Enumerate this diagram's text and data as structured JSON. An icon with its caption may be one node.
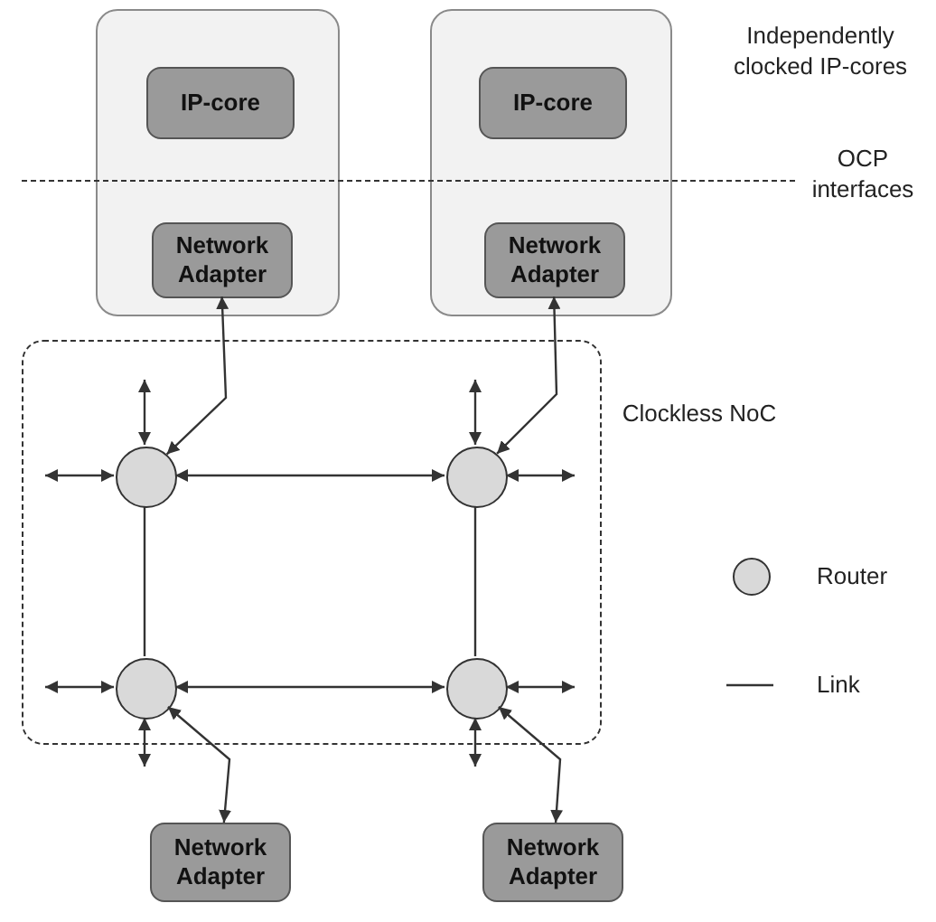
{
  "diagram": {
    "nodes": [
      {
        "text": [],
        "shape": "box"
      },
      {
        "text": [
          "IP-core"
        ],
        "in": 0
      },
      {
        "text": [
          "Network Adapter"
        ],
        "in": 0
      },
      {
        "text": [],
        "shape": "box"
      },
      {
        "text": [
          "IP-core"
        ],
        "in": 3
      },
      {
        "text": [
          "Network Adapter"
        ],
        "in": 3
      },
      {
        "text": [
          "Clockless NoC"
        ]
      },
      {
        "text": [],
        "shape": "circle",
        "in": 6
      },
      {
        "text": [],
        "shape": "circle",
        "in": 6
      },
      {
        "text": [],
        "shape": "circle",
        "in": 6
      },
      {
        "text": [],
        "shape": "circle",
        "in": 6
      },
      {
        "text": [
          "Network Adapter"
        ]
      },
      {
        "text": [
          "Network Adapter"
        ]
      }
    ],
    "edges": [
      {
        "from": 2,
        "to": 7,
        "arrow": "both"
      },
      {
        "from": 5,
        "to": 8,
        "arrow": "both"
      },
      {
        "from": 7,
        "to": 8,
        "arrow": "both"
      },
      {
        "from": 7,
        "to": 9,
        "arrow": "none"
      },
      {
        "from": 8,
        "to": 10,
        "arrow": "none"
      },
      {
        "from": 9,
        "to": 10,
        "arrow": "both"
      },
      {
        "from": 11,
        "to": 9,
        "arrow": "both"
      },
      {
        "from": 12,
        "to": 10,
        "arrow": "both"
      },
      {
        "from": 7,
        "to": null,
        "arrow": "both"
      },
      {
        "from": 7,
        "to": null,
        "arrow": "both"
      },
      {
        "from": 8,
        "to": null,
        "arrow": "both"
      },
      {
        "from": 8,
        "to": null,
        "arrow": "both"
      },
      {
        "from": 9,
        "to": null,
        "arrow": "both"
      },
      {
        "from": 9,
        "to": null,
        "arrow": "both"
      },
      {
        "from": 10,
        "to": null,
        "arrow": "both"
      },
      {
        "from": 10,
        "to": null,
        "arrow": "both"
      }
    ],
    "labels": [
      "Independently clocked IP-cores",
      "OCP interfaces"
    ],
    "legend": [
      {
        "text": "Router"
      },
      {
        "text": "Link"
      }
    ]
  }
}
